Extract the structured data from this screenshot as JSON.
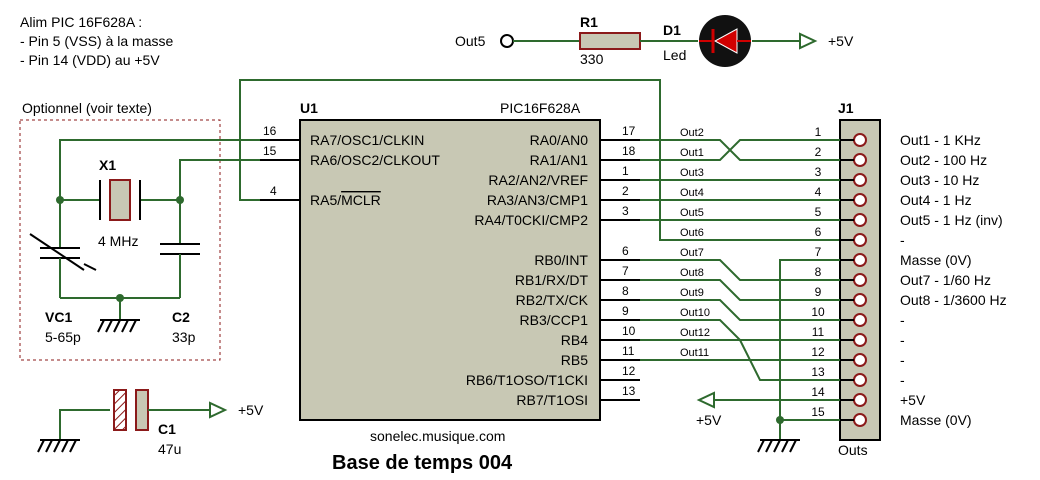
{
  "colors": {
    "wire": "#2e6a2e",
    "chip_fill": "#c8c8b4",
    "part": "#8b1a1a",
    "part_fill": "#c8c8b4",
    "led": "#d00000"
  },
  "notes": {
    "line1": "Alim PIC 16F628A :",
    "line2": "- Pin 5 (VSS) à la masse",
    "line3": "- Pin 14 (VDD) au +5V"
  },
  "optional_label": "Optionnel (voir texte)",
  "top_circuit": {
    "out_label": "Out5",
    "r1_ref": "R1",
    "r1_value": "330",
    "d1_ref": "D1",
    "d1_value": "Led",
    "supply": "+5V"
  },
  "u1": {
    "ref": "U1",
    "part": "PIC16F628A",
    "left_pins": [
      {
        "num": "16",
        "name": "RA7/OSC1/CLKIN"
      },
      {
        "num": "15",
        "name": "RA6/OSC2/CLKOUT"
      },
      {
        "num": "4",
        "name_prefix": "RA5/",
        "name_over": "MCLR"
      }
    ],
    "right_pins": [
      {
        "num": "17",
        "name": "RA0/AN0",
        "net": "Out2"
      },
      {
        "num": "18",
        "name": "RA1/AN1",
        "net": "Out1"
      },
      {
        "num": "1",
        "name": "RA2/AN2/VREF",
        "net": "Out3"
      },
      {
        "num": "2",
        "name": "RA3/AN3/CMP1",
        "net": "Out4"
      },
      {
        "num": "3",
        "name": "RA4/T0CKI/CMP2",
        "net": "Out5"
      },
      {
        "num": "",
        "name": "",
        "net": "Out6"
      },
      {
        "num": "6",
        "name": "RB0/INT",
        "net": "Out7"
      },
      {
        "num": "7",
        "name": "RB1/RX/DT",
        "net": "Out8"
      },
      {
        "num": "8",
        "name": "RB2/TX/CK",
        "net": "Out9"
      },
      {
        "num": "9",
        "name": "RB3/CCP1",
        "net": "Out10"
      },
      {
        "num": "10",
        "name": "RB4",
        "net": "Out12"
      },
      {
        "num": "11",
        "name": "RB5",
        "net": "Out11"
      },
      {
        "num": "12",
        "name": "RB6/T1OSO/T1CKI",
        "net": ""
      },
      {
        "num": "13",
        "name": "RB7/T1OSI",
        "net": ""
      }
    ]
  },
  "crystal": {
    "ref": "X1",
    "value": "4 MHz"
  },
  "vc1": {
    "ref": "VC1",
    "value": "5-65p"
  },
  "c2": {
    "ref": "C2",
    "value": "33p"
  },
  "c1": {
    "ref": "C1",
    "value": "47u",
    "supply": "+5V"
  },
  "j1": {
    "ref": "J1",
    "label": "Outs",
    "pins": [
      "1",
      "2",
      "3",
      "4",
      "5",
      "6",
      "7",
      "8",
      "9",
      "10",
      "11",
      "12",
      "13",
      "14",
      "15"
    ],
    "descriptions": [
      "Out1 - 1 KHz",
      "Out2 - 100 Hz",
      "Out3 - 10 Hz",
      "Out4 - 1 Hz",
      "Out5 - 1 Hz (inv)",
      "-",
      "Masse (0V)",
      "Out7 - 1/60 Hz",
      "Out8 - 1/3600 Hz",
      "-",
      "-",
      "-",
      "-",
      "+5V",
      "Masse (0V)"
    ],
    "supply_label": "+5V"
  },
  "footer": {
    "site": "sonelec.musique.com",
    "title": "Base de temps 004"
  }
}
